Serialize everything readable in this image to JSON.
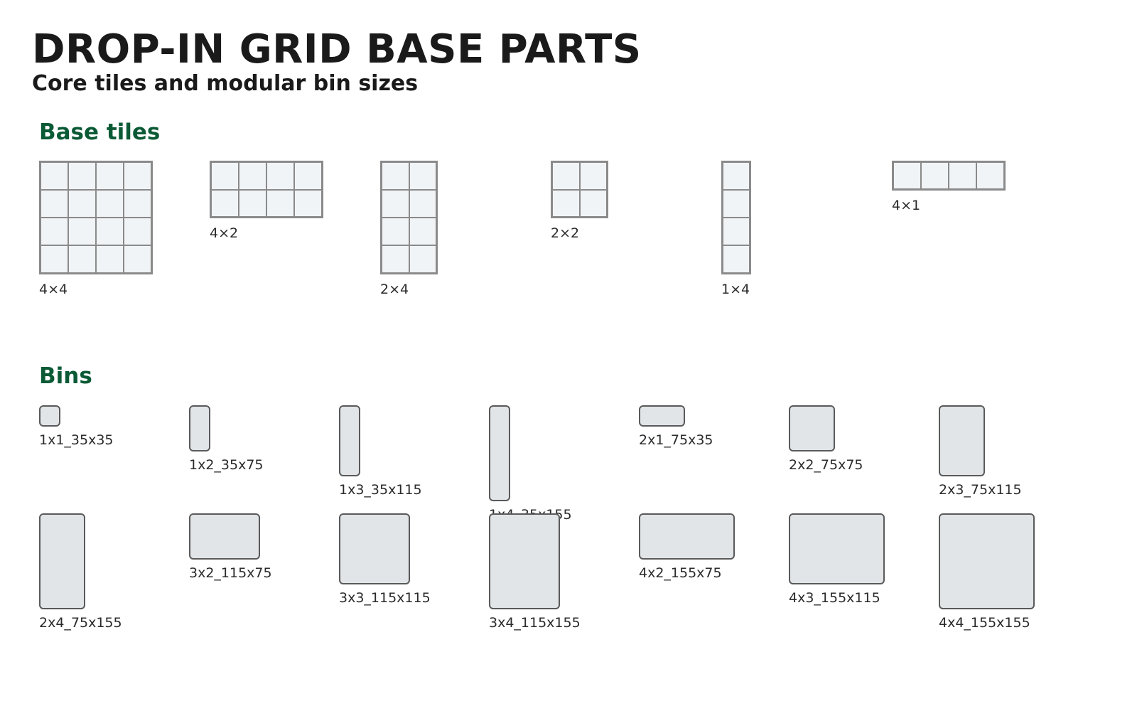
{
  "title": "DROP-IN GRID BASE PARTS",
  "subtitle": "Core tiles and modular bin sizes",
  "sections": {
    "base_tiles": {
      "heading": "Base tiles",
      "items": [
        {
          "label": "4×4",
          "cols": 4,
          "rows": 4
        },
        {
          "label": "4×2",
          "cols": 4,
          "rows": 2
        },
        {
          "label": "2×4",
          "cols": 2,
          "rows": 4
        },
        {
          "label": "2×2",
          "cols": 2,
          "rows": 2
        },
        {
          "label": "1×4",
          "cols": 1,
          "rows": 4
        },
        {
          "label": "4×1",
          "cols": 4,
          "rows": 1
        }
      ]
    },
    "bins": {
      "heading": "Bins",
      "items": [
        {
          "label": "1x1_35x35",
          "w": 1,
          "h": 1
        },
        {
          "label": "1x2_35x75",
          "w": 1,
          "h": 2
        },
        {
          "label": "1x3_35x115",
          "w": 1,
          "h": 3
        },
        {
          "label": "1x4_35x155",
          "w": 1,
          "h": 4
        },
        {
          "label": "2x1_75x35",
          "w": 2,
          "h": 1
        },
        {
          "label": "2x2_75x75",
          "w": 2,
          "h": 2
        },
        {
          "label": "2x3_75x115",
          "w": 2,
          "h": 3
        },
        {
          "label": "2x4_75x155",
          "w": 2,
          "h": 4
        },
        {
          "label": "3x2_115x75",
          "w": 3,
          "h": 2
        },
        {
          "label": "3x3_115x115",
          "w": 3,
          "h": 3
        },
        {
          "label": "3x4_115x155",
          "w": 3,
          "h": 4
        },
        {
          "label": "4x2_155x75",
          "w": 4,
          "h": 2
        },
        {
          "label": "4x3_155x115",
          "w": 4,
          "h": 3
        },
        {
          "label": "4x4_155x155",
          "w": 4,
          "h": 4
        }
      ]
    }
  }
}
